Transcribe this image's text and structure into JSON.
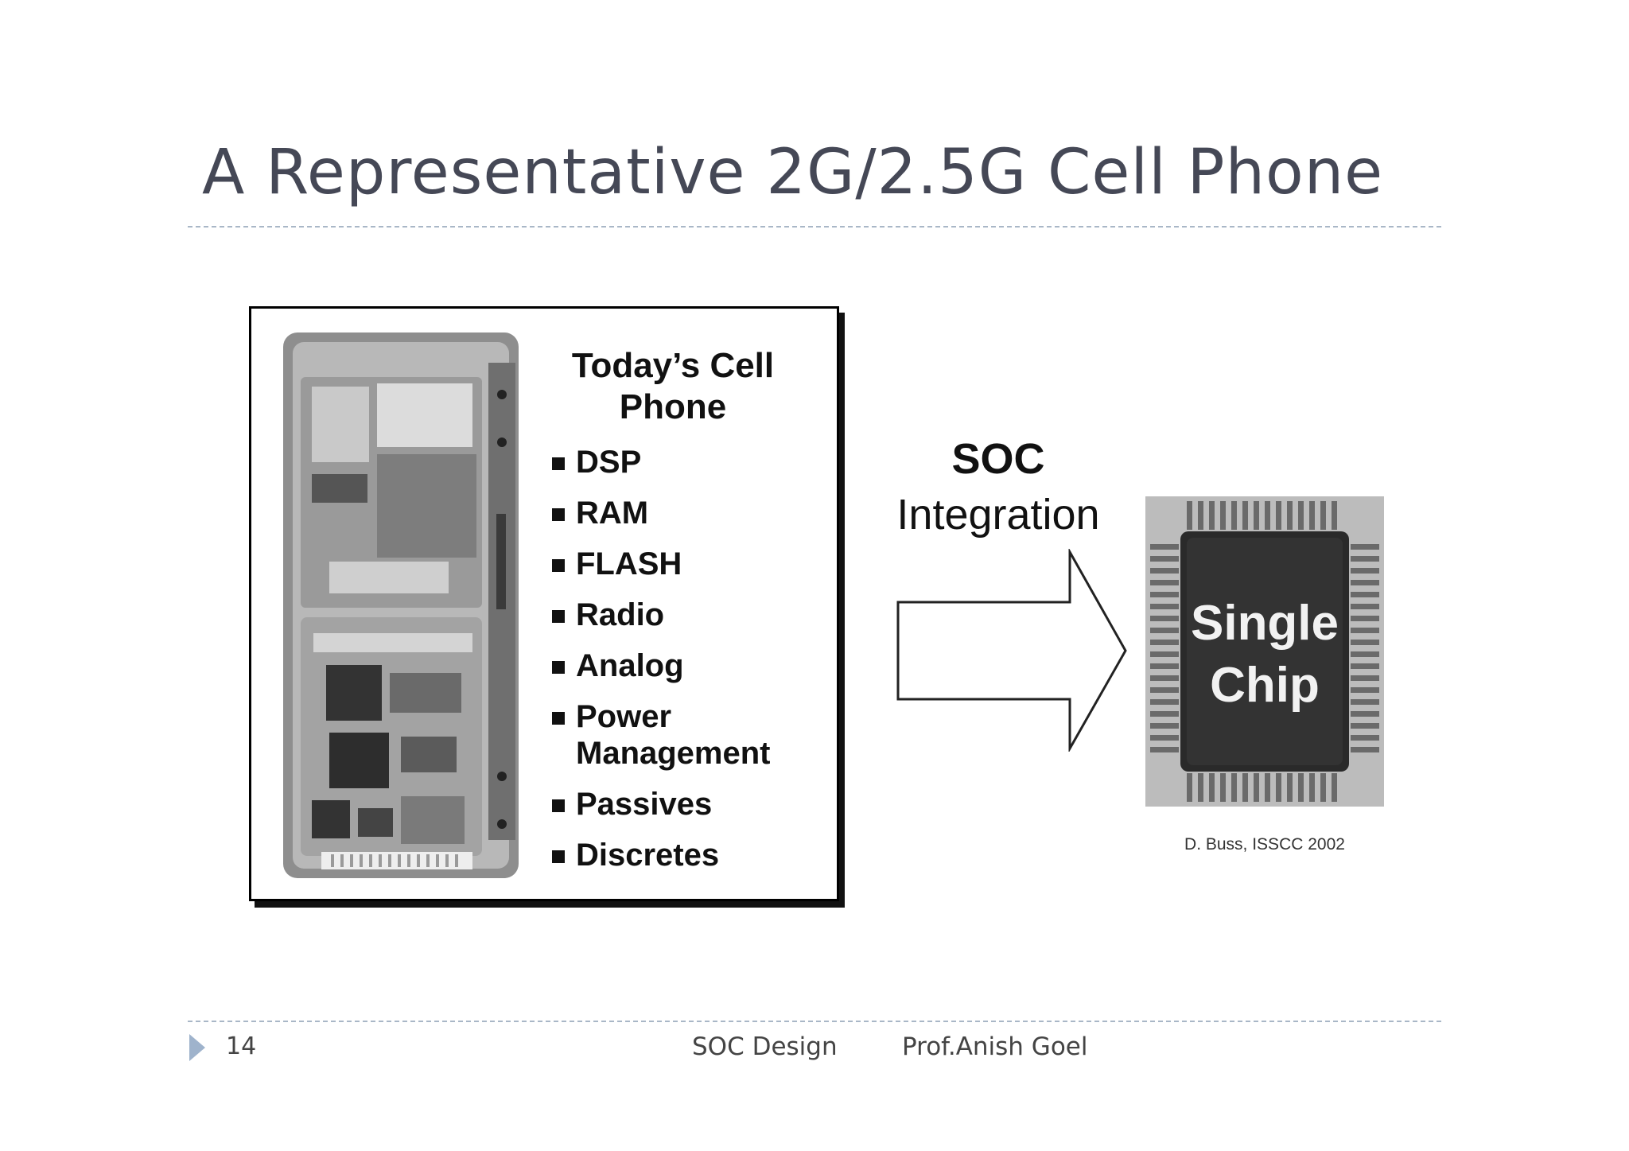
{
  "slide": {
    "title": "A Representative 2G/2.5G Cell Phone"
  },
  "figure": {
    "heading_line1": "Today’s Cell",
    "heading_line2": "Phone",
    "features": [
      {
        "label": "DSP"
      },
      {
        "label": "RAM"
      },
      {
        "label": "FLASH"
      },
      {
        "label": "Radio"
      },
      {
        "label": "Analog"
      },
      {
        "label": "Power",
        "label2": "Management"
      },
      {
        "label": "Passives"
      },
      {
        "label": "Discretes"
      }
    ]
  },
  "integration": {
    "line1": "SOC",
    "line2": "Integration"
  },
  "chip": {
    "line1": "Single",
    "line2": "Chip",
    "citation": "D. Buss,  ISSCC 2002"
  },
  "footer": {
    "page_number": "14",
    "course": "SOC Design",
    "author": "Prof.Anish Goel"
  },
  "colors": {
    "title": "#454856",
    "rule": "#a9b7c7",
    "footer_arrow": "#9fb3cc"
  },
  "icons": {
    "footer_marker": "triangle-arrow-icon"
  }
}
